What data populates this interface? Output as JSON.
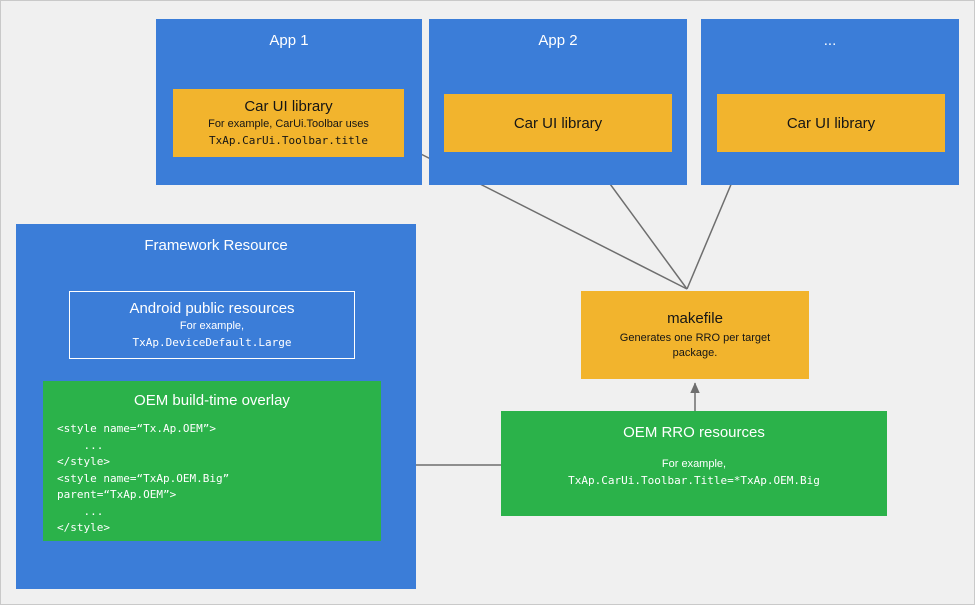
{
  "apps": [
    {
      "title": "App 1",
      "lib": {
        "title": "Car UI library",
        "line1": "For example, CarUi.Toolbar uses",
        "line2": "TxAp.CarUi.Toolbar.title"
      }
    },
    {
      "title": "App 2",
      "lib": {
        "title": "Car UI library"
      }
    },
    {
      "title": "...",
      "lib": {
        "title": "Car UI library"
      }
    }
  ],
  "framework": {
    "title": "Framework Resource",
    "public_resources": {
      "title": "Android public resources",
      "line1": "For example,",
      "line2": "TxAp.DeviceDefault.Large"
    },
    "overlay": {
      "title": "OEM build-time overlay",
      "code": "<style name=“Tx.Ap.OEM”>\n    ...\n</style>\n<style name=“TxAp.OEM.Big”\nparent=“TxAp.OEM”>\n    ...\n</style>"
    }
  },
  "makefile": {
    "title": "makefile",
    "description": "Generates one RRO per target package."
  },
  "rro": {
    "title": "OEM RRO resources",
    "line1": "For example,",
    "line2": "TxAp.CarUi.Toolbar.Title=*TxAp.OEM.Big"
  },
  "colors": {
    "blue": "#3b7dd8",
    "yellow": "#f2b42d",
    "green": "#2bb24a",
    "background": "#f0f0f0",
    "arrow": "#6e6e6e"
  }
}
